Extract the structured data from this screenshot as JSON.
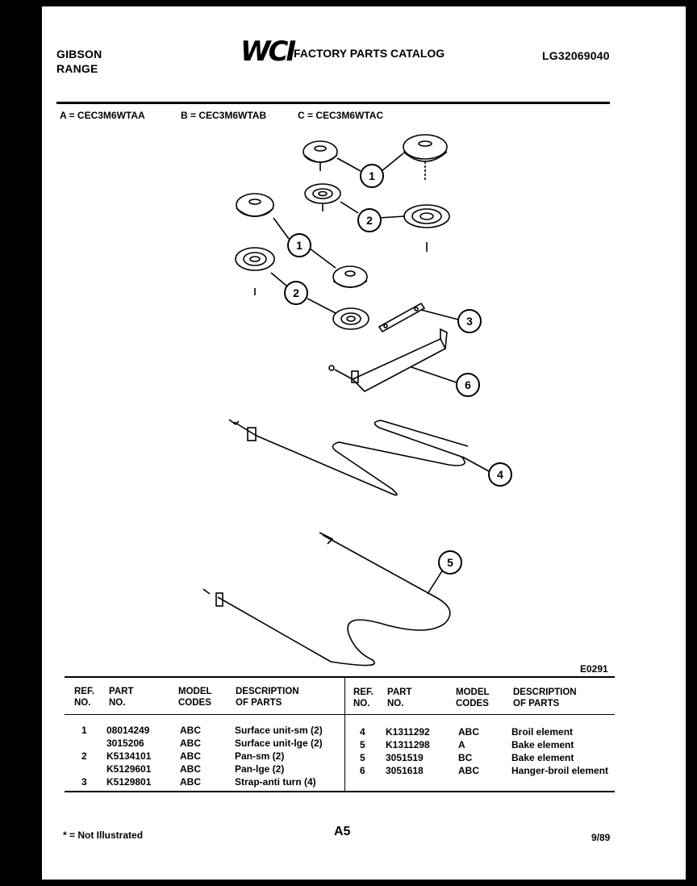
{
  "header": {
    "brand_line1": "GIBSON",
    "brand_line2": "RANGE",
    "logo": "WCI",
    "catalog_title": "FACTORY PARTS CATALOG",
    "catalog_number": "LG32069040"
  },
  "models": {
    "a": "A = CEC3M6WTAA",
    "b": "B = CEC3M6WTAB",
    "c": "C = CEC3M6WTAC"
  },
  "diagram": {
    "callouts": [
      "1",
      "2",
      "1",
      "2",
      "3",
      "6",
      "4",
      "5"
    ],
    "figure_code": "E0291"
  },
  "table": {
    "headers": {
      "ref": [
        "REF.",
        "NO."
      ],
      "part": [
        "PART",
        "NO."
      ],
      "model": [
        "MODEL",
        "CODES"
      ],
      "desc": [
        "DESCRIPTION",
        "OF PARTS"
      ]
    },
    "left_rows": [
      {
        "ref": "1",
        "part": "08014249",
        "codes": "ABC",
        "desc": "Surface unit-sm (2)"
      },
      {
        "ref": "",
        "part": "3015206",
        "codes": "ABC",
        "desc": "Surface unit-lge (2)"
      },
      {
        "ref": "2",
        "part": "K5134101",
        "codes": "ABC",
        "desc": "Pan-sm (2)"
      },
      {
        "ref": "",
        "part": "K5129601",
        "codes": "ABC",
        "desc": "Pan-lge (2)"
      },
      {
        "ref": "3",
        "part": "K5129801",
        "codes": "ABC",
        "desc": "Strap-anti turn (4)"
      }
    ],
    "right_rows": [
      {
        "ref": "4",
        "part": "K1311292",
        "codes": "ABC",
        "desc": "Broil element"
      },
      {
        "ref": "5",
        "part": "K1311298",
        "codes": "A",
        "desc": "Bake element"
      },
      {
        "ref": "5",
        "part": "3051519",
        "codes": "BC",
        "desc": "Bake element"
      },
      {
        "ref": "6",
        "part": "3051618",
        "codes": "ABC",
        "desc": "Hanger-broil element"
      }
    ]
  },
  "footer": {
    "note": "* = Not Illustrated",
    "page": "A5",
    "date": "9/89"
  }
}
